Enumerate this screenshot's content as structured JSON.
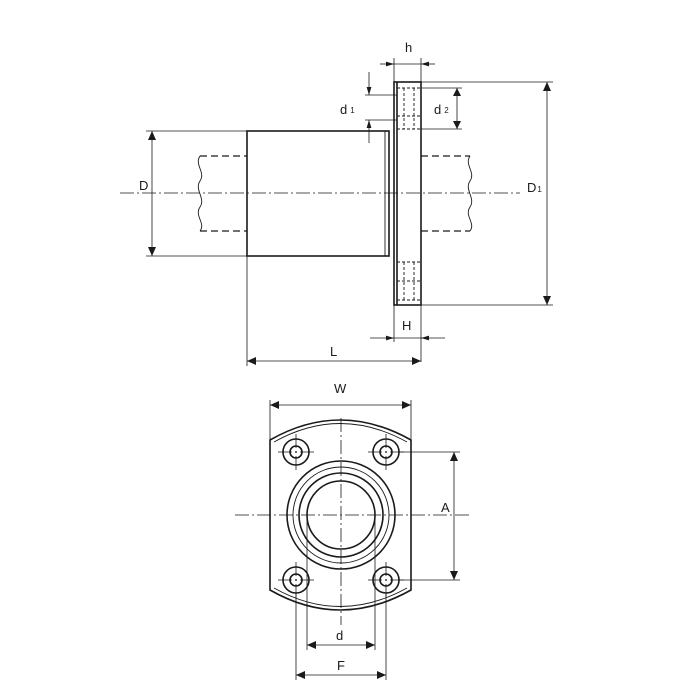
{
  "labels": {
    "h": "h",
    "d1": "d",
    "d1_sub": "1",
    "d2": "d",
    "d2_sub": "2",
    "D": "D",
    "D1": "D",
    "D1_sub": "1",
    "H": "H",
    "L": "L",
    "W": "W",
    "A": "A",
    "d": "d",
    "F": "F"
  }
}
